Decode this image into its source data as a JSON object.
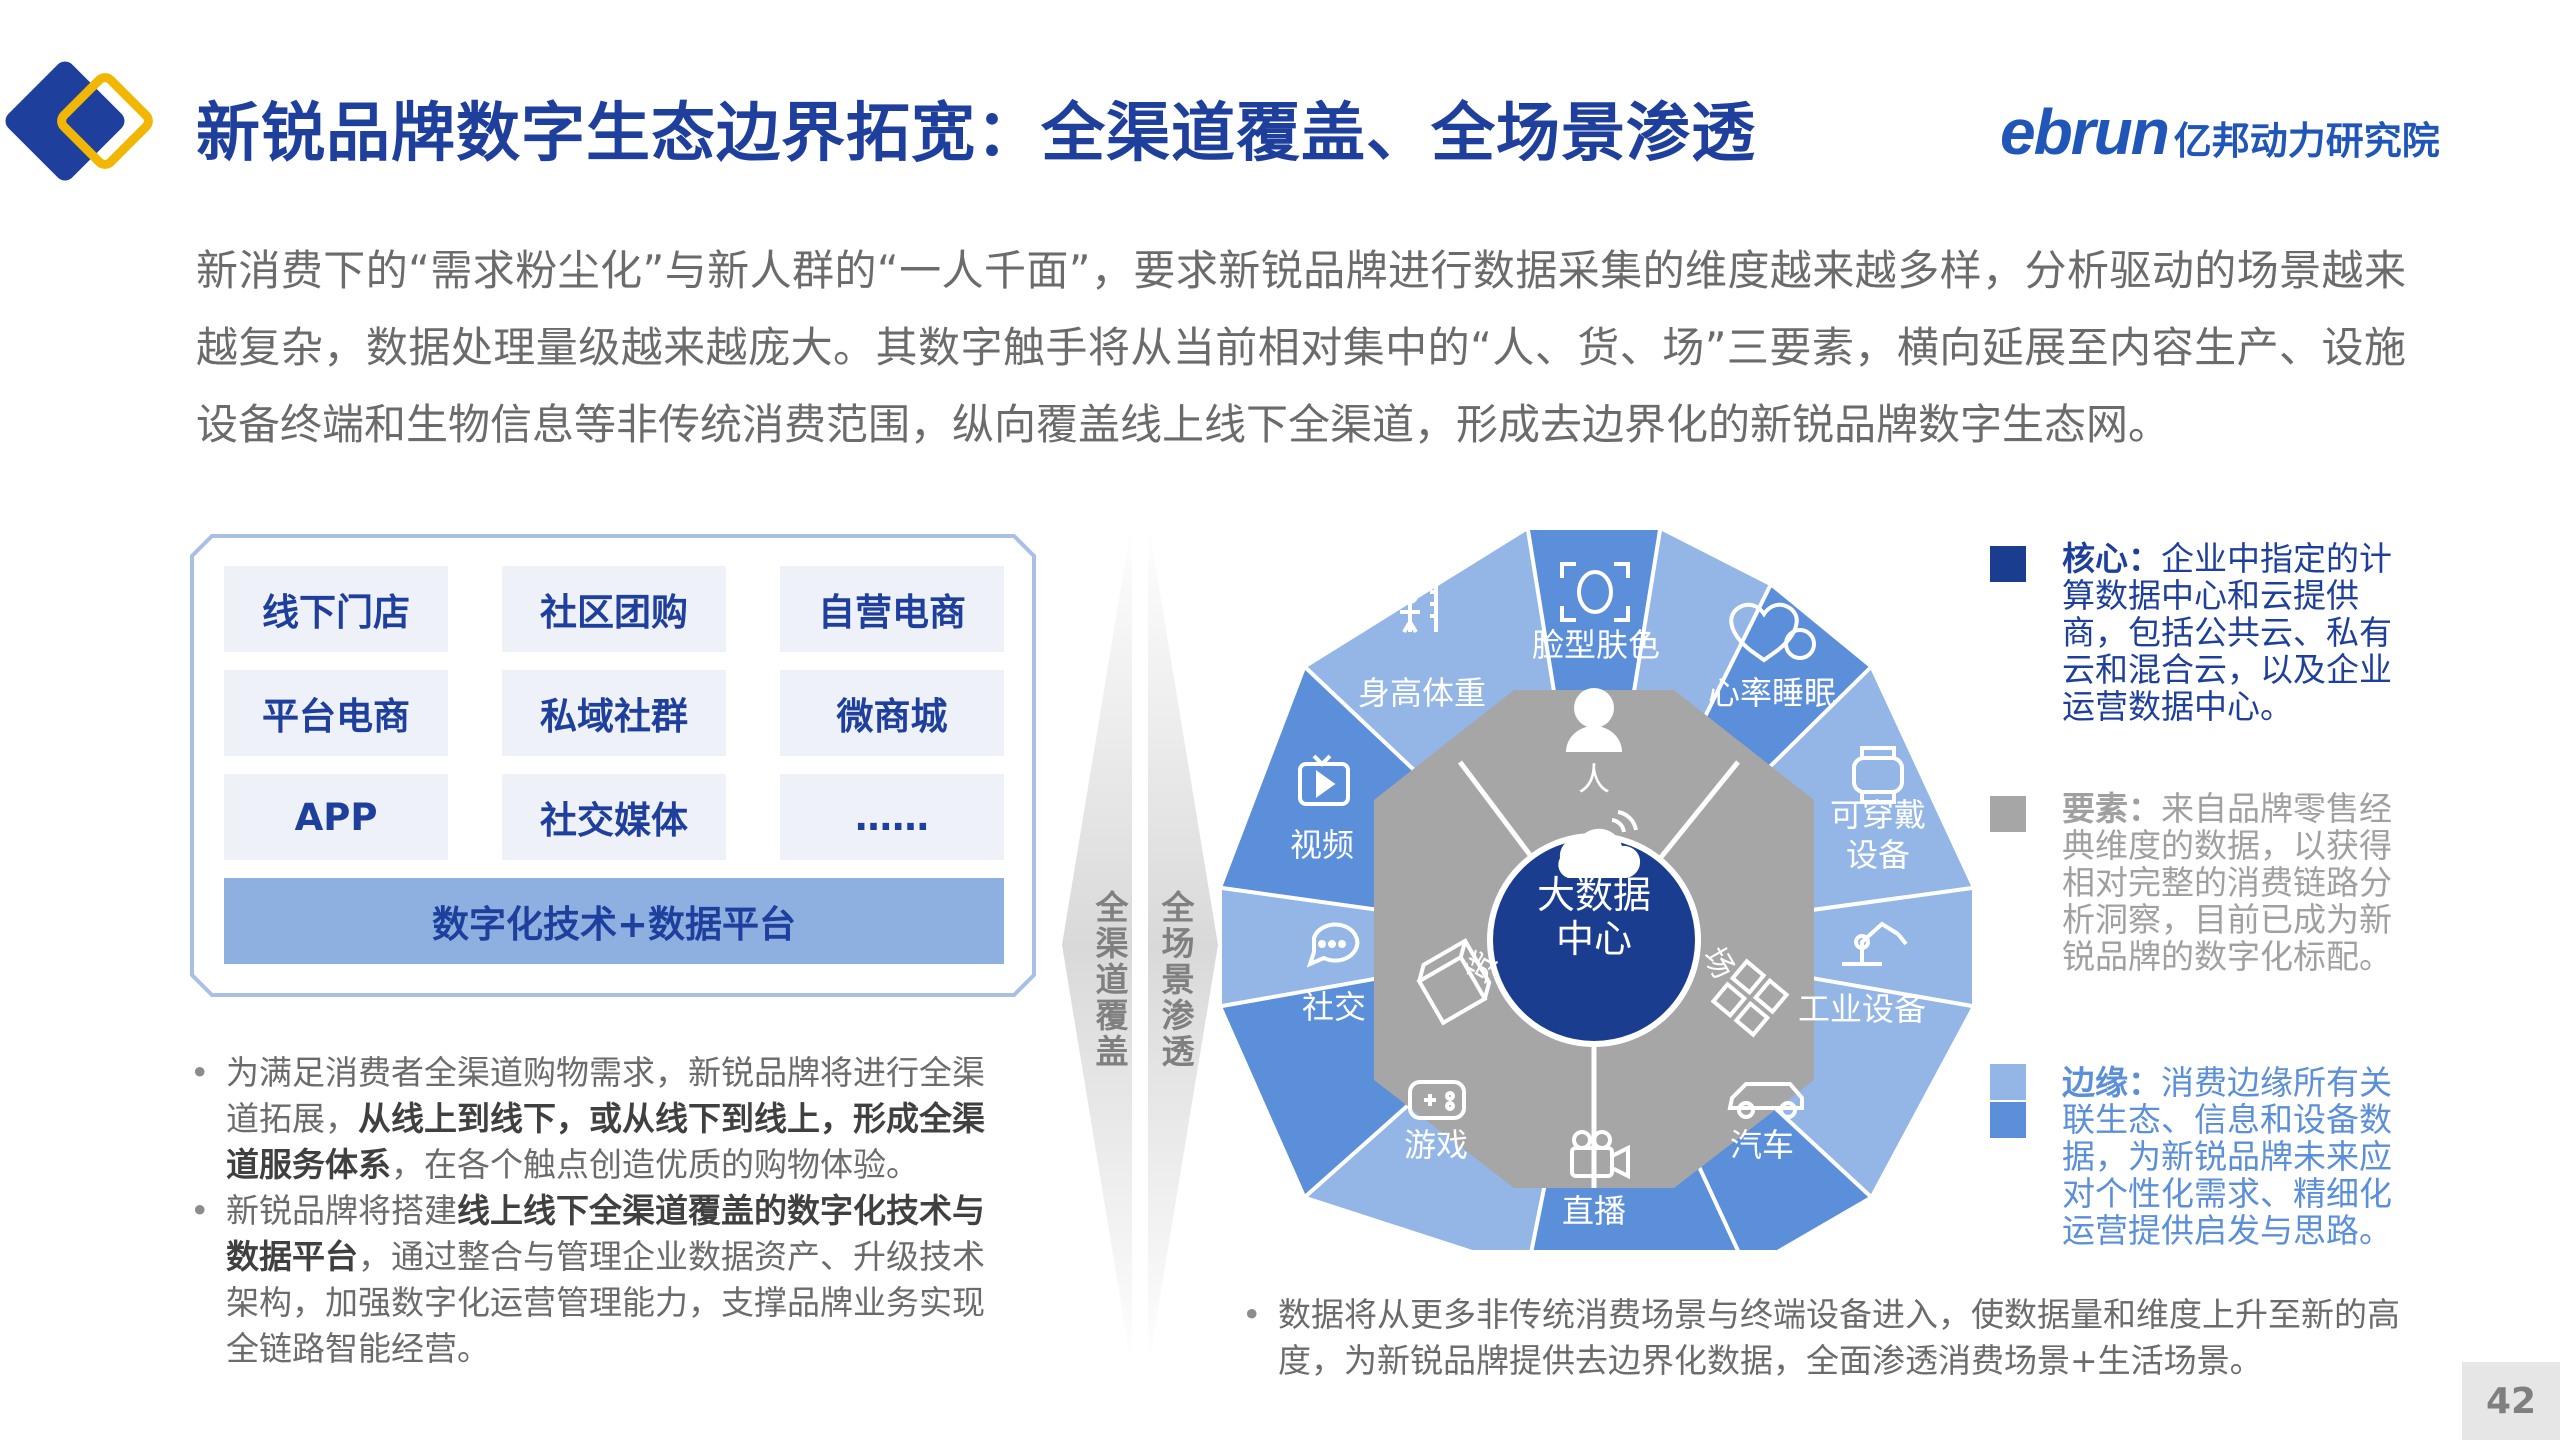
{
  "header": {
    "title": "新锐品牌数字生态边界拓宽：全渠道覆盖、全场景渗透",
    "logo_brand": "ebrun",
    "logo_institute": "亿邦动力研究院"
  },
  "intro": "新消费下的“需求粉尘化”与新人群的“一人千面”，要求新锐品牌进行数据采集的维度越来越多样，分析驱动的场景越来越复杂，数据处理量级越来越庞大。其数字触手将从当前相对集中的“人、货、场”三要素，横向延展至内容生产、设施设备终端和生物信息等非传统消费范围，纵向覆盖线上线下全渠道，形成去边界化的新锐品牌数字生态网。",
  "channels": {
    "items": [
      "线下门店",
      "社区团购",
      "自营电商",
      "平台电商",
      "私域社群",
      "微商城",
      "APP",
      "社交媒体",
      "……"
    ],
    "platform": "数字化技术+数据平台"
  },
  "left_bullets": {
    "b1_a": "为满足消费者全渠道购物需求，新锐品牌将进行全渠道拓展，",
    "b1_strong": "从线上到线下，或从线下到线上，形成全渠道服务体系",
    "b1_b": "，在各个触点创造优质的购物体验。",
    "b2_a": "新锐品牌将搭建",
    "b2_strong": "线上线下全渠道覆盖的数字化技术与数据平台",
    "b2_b": "，通过整合与管理企业数据资产、升级技术架构，加强数字化运营管理能力，支撑品牌业务实现全链路智能经营。"
  },
  "arrow": {
    "left_label": "全渠道覆盖",
    "right_label": "全场景渗透"
  },
  "ecosystem": {
    "center": [
      "大数据",
      "中心"
    ],
    "elements": {
      "person": "人",
      "goods": "货",
      "place": "场"
    },
    "segments": {
      "face": "脸型肤色",
      "heart": "心率睡眠",
      "wear1": "可穿戴",
      "wear2": "设备",
      "industry": "工业设备",
      "car": "汽车",
      "live": "直播",
      "game": "游戏",
      "social": "社交",
      "video": "视频",
      "height": "身高体重"
    },
    "colors": {
      "core": "#1a3d8f",
      "middle": "#a6a6a6",
      "edge_dark": "#5b8fd9",
      "edge_light": "#93b6e6"
    }
  },
  "legend": {
    "core_title": "核心：",
    "core_text": "企业中指定的计算数据中心和云提供商，包括公共云、私有云和混合云，以及企业运营数据中心。",
    "elem_title": "要素：",
    "elem_text": "来自品牌零售经典维度的数据，以获得相对完整的消费链路分析洞察，目前已成为新锐品牌的数字化标配。",
    "edge_title": "边缘：",
    "edge_text": "消费边缘所有关联生态、信息和设备数据，为新锐品牌未来应对个性化需求、精细化运营提供启发与思路。"
  },
  "right_bullet": "数据将从更多非传统消费场景与终端设备进入，使数据量和维度上升至新的高度，为新锐品牌提供去边界化数据，全面渗透消费场景+生活场景。",
  "page_number": "42"
}
